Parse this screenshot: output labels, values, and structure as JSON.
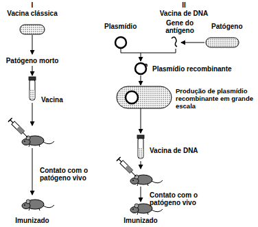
{
  "diagram": {
    "labels": [
      "I",
      "Vacina clássica",
      "Patógeno morto",
      "Vacina",
      "Contato com o patógeno vivo",
      "Imunizado",
      "II",
      "Vacina de DNA",
      "Plasmídio",
      "Gene do antígeno",
      "Patógeno",
      "Plasmídio recombinante",
      "Produção de plasmídio recombinante em grande escala",
      "Vacina de DNA",
      "Contato com o patógeno vivo",
      "Imunizado"
    ]
  }
}
